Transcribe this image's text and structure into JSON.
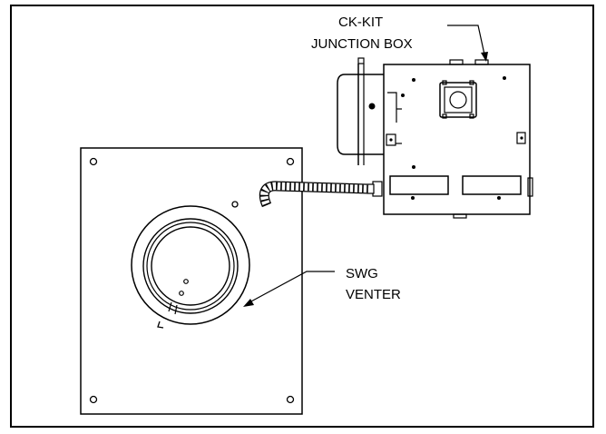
{
  "labels": {
    "junction_line1": "CK-KIT",
    "junction_line2": "JUNCTION BOX",
    "venter_line1": "SWG",
    "venter_line2": "VENTER"
  },
  "colors": {
    "line": "#000000",
    "background": "#ffffff"
  }
}
